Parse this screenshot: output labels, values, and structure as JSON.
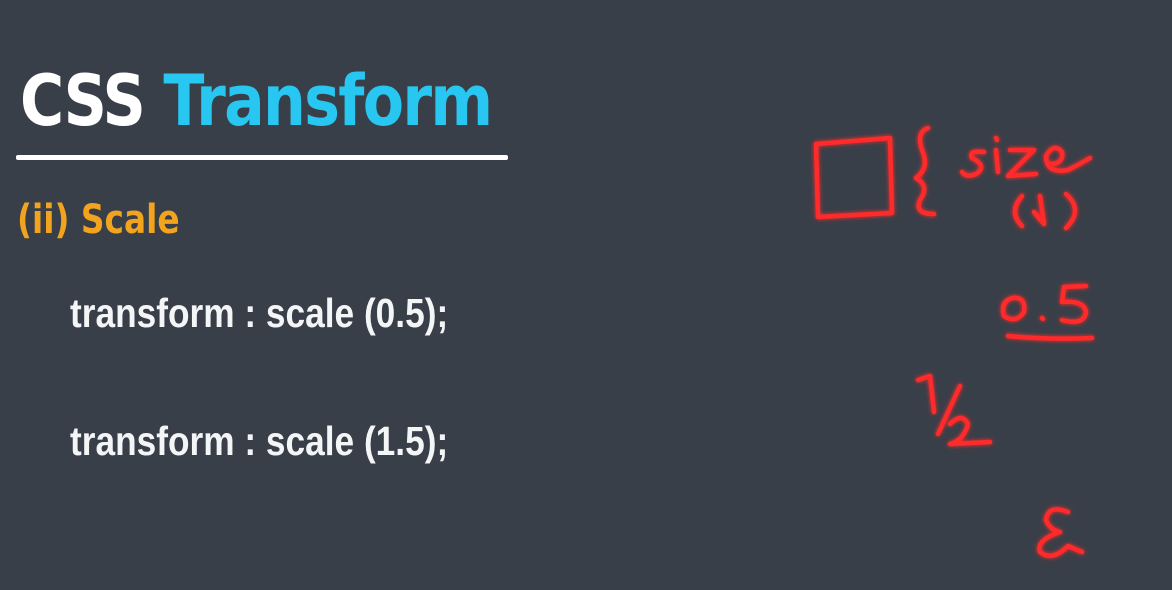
{
  "slide": {
    "title_part1": "CSS",
    "title_part2": "Transform",
    "subtitle": "(ii) Scale",
    "code_lines": [
      "transform : scale (0.5);",
      "transform : scale (1.5);"
    ]
  },
  "annotations": {
    "handwriting": [
      "size",
      "(1)",
      "0.5",
      "1/2",
      "&"
    ]
  },
  "colors": {
    "background": "#393f48",
    "title_primary": "#ffffff",
    "title_accent": "#27c7f2",
    "subtitle": "#f3a41f",
    "code_text": "#f4f5f7",
    "ink": "#ff2a2a"
  }
}
